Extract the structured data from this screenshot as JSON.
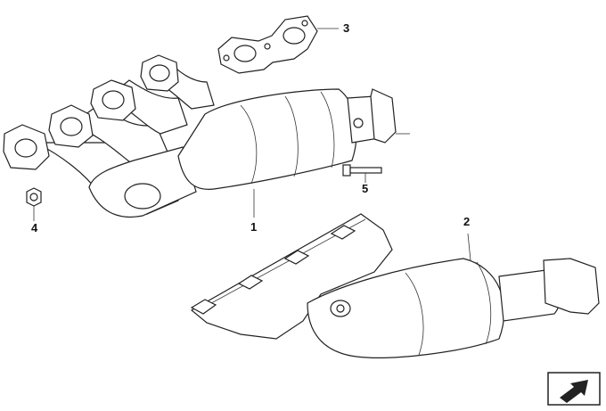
{
  "callouts": {
    "part_1": "1",
    "part_2": "2",
    "part_3": "3",
    "part_4": "4",
    "part_5": "5"
  },
  "icons": {
    "corner_symbol": "arrow-box-icon"
  },
  "colors": {
    "line": "#222222",
    "shade_light": "#d8d8d8",
    "shade_dark": "#9a9a9a",
    "background": "#ffffff"
  }
}
